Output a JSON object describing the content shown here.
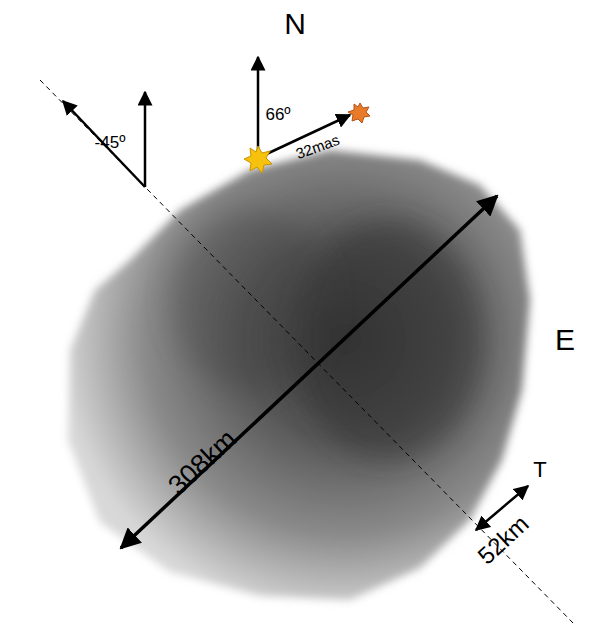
{
  "diagram": {
    "labels": [
      "N",
      "E",
      "-45º",
      "66º",
      "32mas",
      "308km",
      "52km",
      "T"
    ]
  }
}
